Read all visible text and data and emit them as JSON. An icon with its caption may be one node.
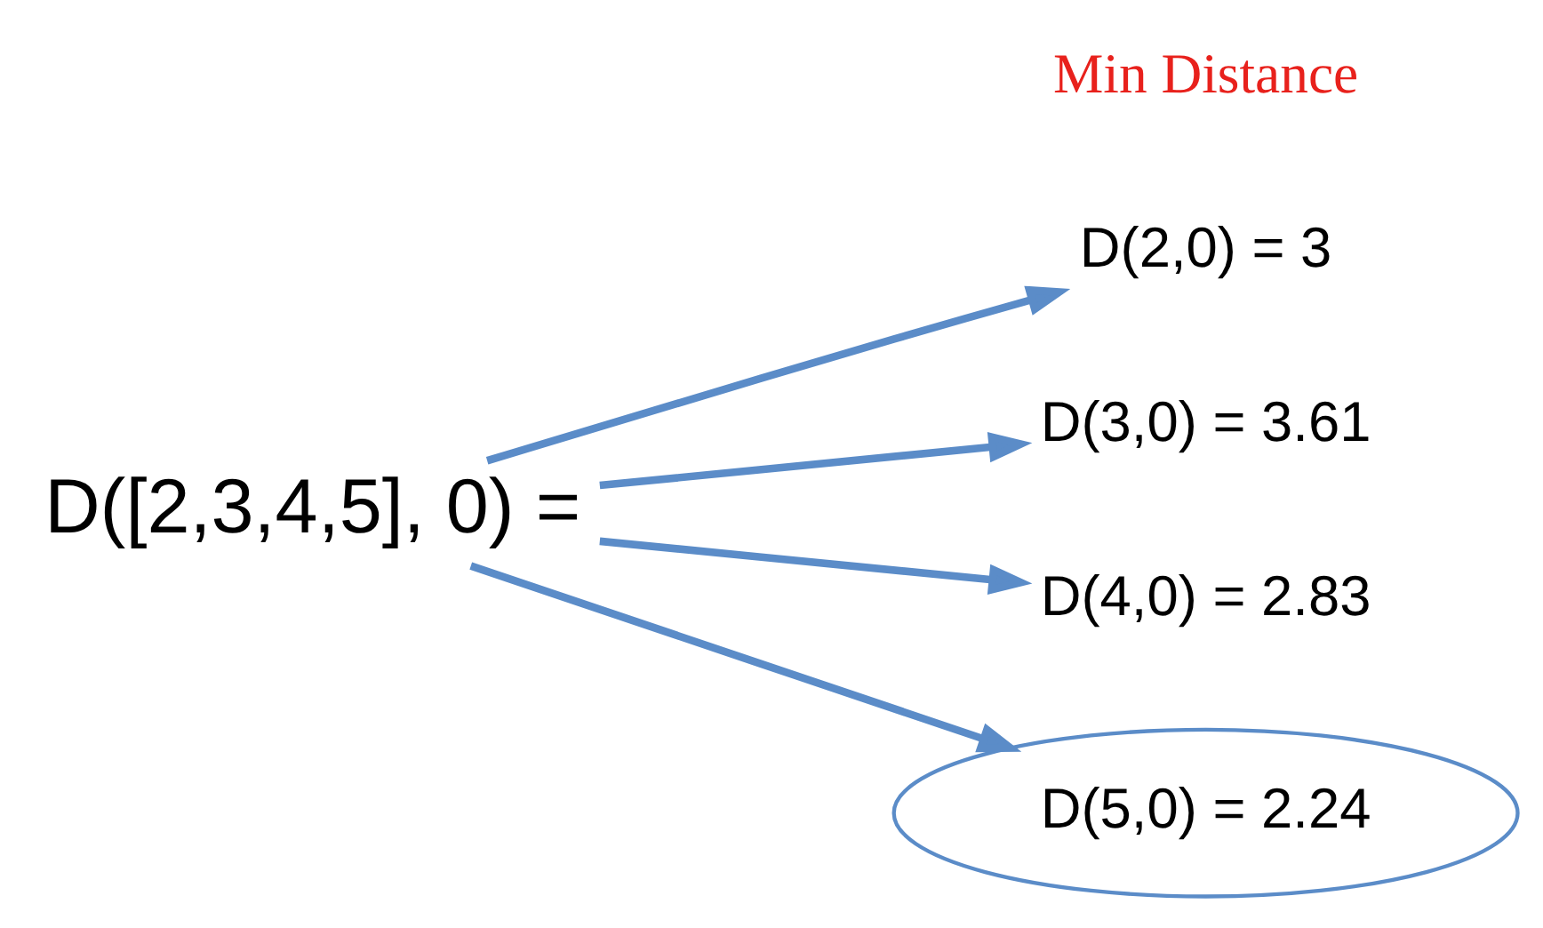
{
  "diagram": {
    "nodes": [
      {
        "text": [
          "D([2,3,4,5], 0) ="
        ]
      },
      {
        "text": [
          "D(2,0) = 3"
        ]
      },
      {
        "text": [
          "D(3,0) = 3.61"
        ]
      },
      {
        "text": [
          "D(4,0) = 2.83"
        ]
      },
      {
        "text": [
          "D(5,0) = 2.24"
        ]
      }
    ],
    "edges": [
      {
        "from": 0,
        "to": 1,
        "arrow": "to"
      },
      {
        "from": 0,
        "to": 2,
        "arrow": "to"
      },
      {
        "from": 0,
        "to": 3,
        "arrow": "to"
      },
      {
        "from": 0,
        "to": 4,
        "arrow": "to"
      }
    ],
    "labels": [
      "Min Distance"
    ]
  }
}
